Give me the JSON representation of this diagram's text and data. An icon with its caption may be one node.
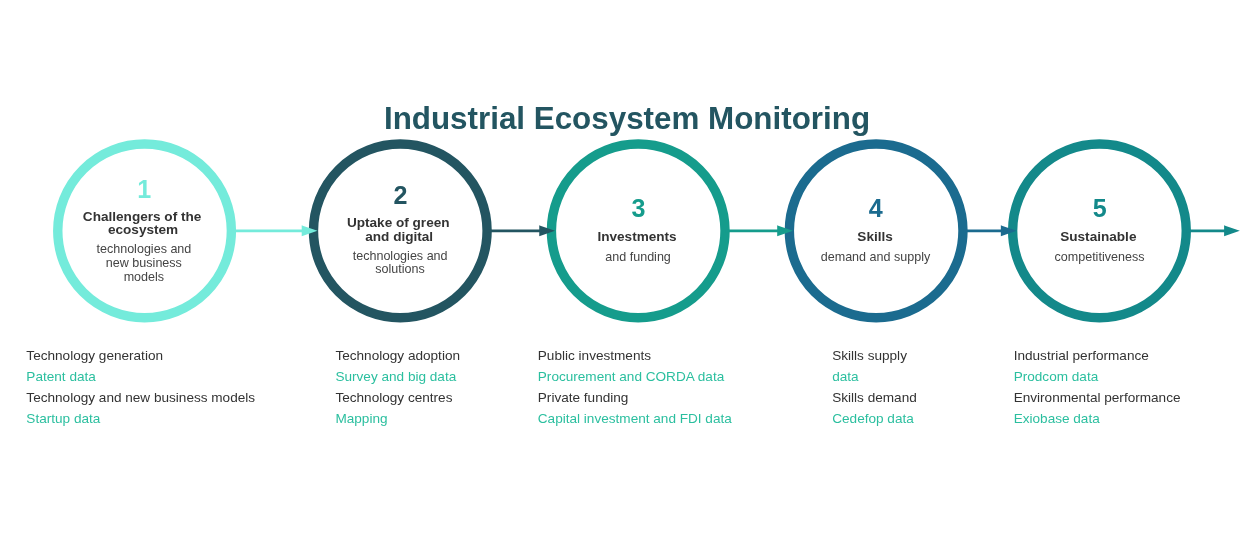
{
  "diagram": {
    "title": "Industrial Ecosystem Monitoring",
    "nodes": [
      {
        "text": [
          "1",
          "Challengers of the ecosystem",
          "technologies and new business models"
        ],
        "beside": [
          "Technology generation",
          "Patent data",
          "Technology and new business models",
          "Startup data"
        ]
      },
      {
        "text": [
          "2",
          "Uptake of green and digital",
          "technologies and solutions"
        ],
        "beside": [
          "Technology adoption",
          "Survey and big data",
          "Technology centres",
          "Mapping"
        ]
      },
      {
        "text": [
          "3",
          "Investments",
          "and funding"
        ],
        "beside": [
          "Public investments",
          "Procurement and CORDA data",
          "Private funding",
          "Capital investment and FDI data"
        ]
      },
      {
        "text": [
          "4",
          "Skills",
          "demand and supply"
        ],
        "beside": [
          "Skills supply",
          "data",
          "Skills demand",
          "Cedefop data"
        ]
      },
      {
        "text": [
          "5",
          "Sustainable",
          "competitiveness"
        ],
        "beside": [
          "Industrial performance",
          "Prodcom data",
          "Environmental performance",
          "Exiobase data"
        ]
      }
    ],
    "edges": [
      {
        "from": 0,
        "to": 1,
        "arrow": "to",
        "color": "#74ebdb"
      },
      {
        "from": 1,
        "to": 2,
        "arrow": "to",
        "color": "#235561"
      },
      {
        "from": 2,
        "to": 3,
        "arrow": "to",
        "color": "#159c8c"
      },
      {
        "from": 3,
        "to": 4,
        "arrow": "to",
        "color": "#1b6b8f"
      },
      {
        "from": 4,
        "to": null,
        "arrow": "to",
        "color": "#13898a"
      }
    ]
  }
}
